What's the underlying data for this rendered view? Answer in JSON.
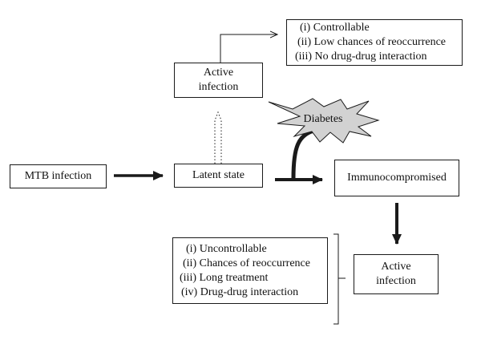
{
  "nodes": {
    "mtb": "MTB infection",
    "latent": "Latent state",
    "active_top": {
      "line1": "Active",
      "line2": "infection"
    },
    "immuno": "Immunocompromised",
    "active_bottom": {
      "line1": "Active",
      "line2": "infection"
    },
    "diabetes": "Diabetes"
  },
  "lists": {
    "controllable": [
      "(i) Controllable",
      "(ii) Low chances of reoccurrence",
      "(iii) No drug-drug interaction"
    ],
    "uncontrollable": [
      "(i) Uncontrollable",
      "(ii) Chances of reoccurrence",
      "(iii) Long treatment",
      "(iv) Drug-drug interaction"
    ]
  },
  "colors": {
    "stroke": "#1a1a1a",
    "burst_fill": "#d2d2d2"
  }
}
